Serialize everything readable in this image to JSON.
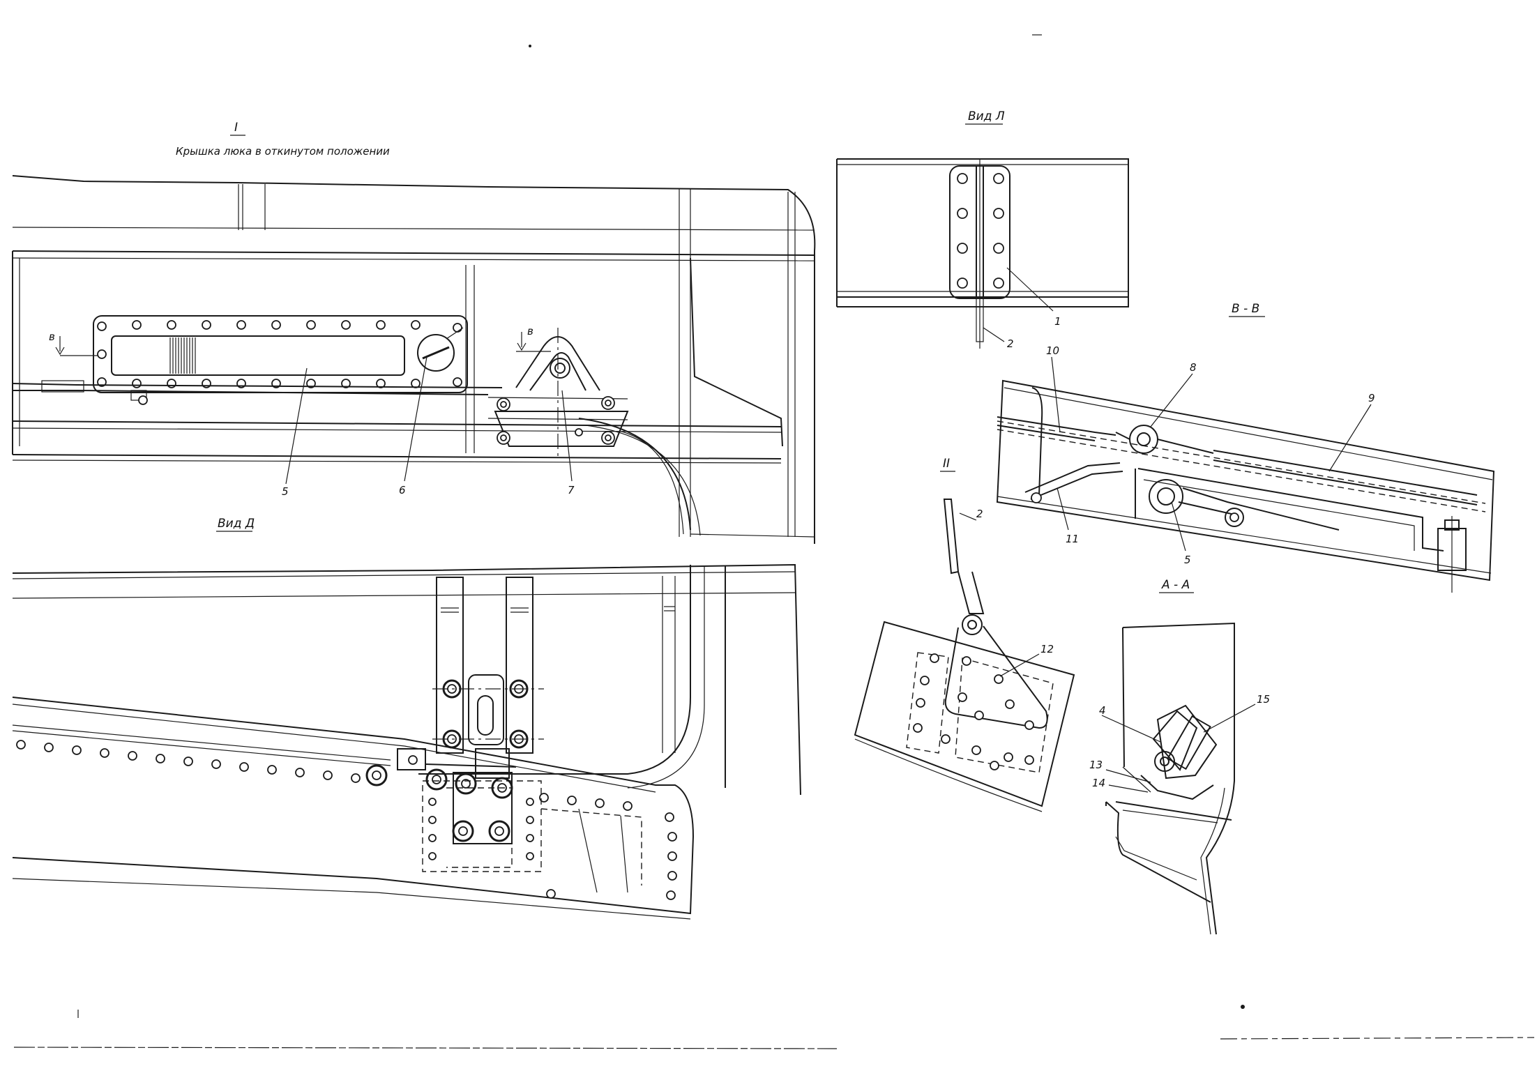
{
  "views": {
    "view_i": {
      "numeral": "I",
      "caption": "Крышка люка в откинутом положении"
    },
    "view_d": {
      "title": "Вид Д"
    },
    "view_l": {
      "title": "Вид Л"
    },
    "section_vv": {
      "title": "В - В"
    },
    "view_ii": {
      "numeral": "II"
    },
    "section_aa": {
      "title": "А - А"
    }
  },
  "section_marks": {
    "v_left": "в",
    "v_right": "в"
  },
  "callouts": {
    "i_5": "5",
    "i_6": "6",
    "i_7": "7",
    "l_1": "1",
    "l_2": "2",
    "vv_10": "10",
    "vv_8": "8",
    "vv_9": "9",
    "vv_11": "11",
    "vv_5": "5",
    "ii_2": "2",
    "ii_12": "12",
    "aa_4": "4",
    "aa_15": "15",
    "aa_13": "13",
    "aa_14": "14"
  },
  "icons": [
    "section-arrow-icon",
    "rivet-hole-icon",
    "bolt-icon"
  ],
  "colors": {
    "ink": "#1a1a1a",
    "paper": "#ffffff"
  }
}
